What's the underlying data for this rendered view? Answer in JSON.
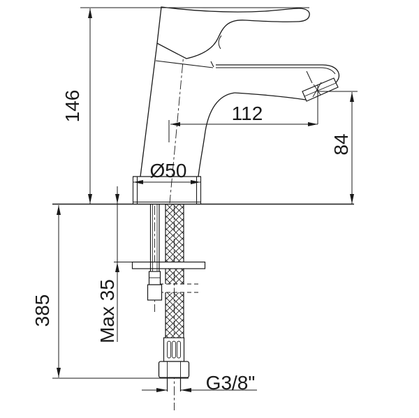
{
  "drawing": {
    "title": "Basin mixer faucet - dimensioned technical drawing",
    "view": "side elevation with flexible supply hose",
    "background_color": "#ffffff",
    "line_color": "#1a1a1a",
    "labels": {
      "overall_height": "146",
      "spout_reach": "112",
      "spout_outlet_height": "84",
      "base_diameter": "Ø50",
      "max_deck_thickness": "Max 35",
      "below_deck_length": "385",
      "thread_size": "G3/8\""
    }
  }
}
